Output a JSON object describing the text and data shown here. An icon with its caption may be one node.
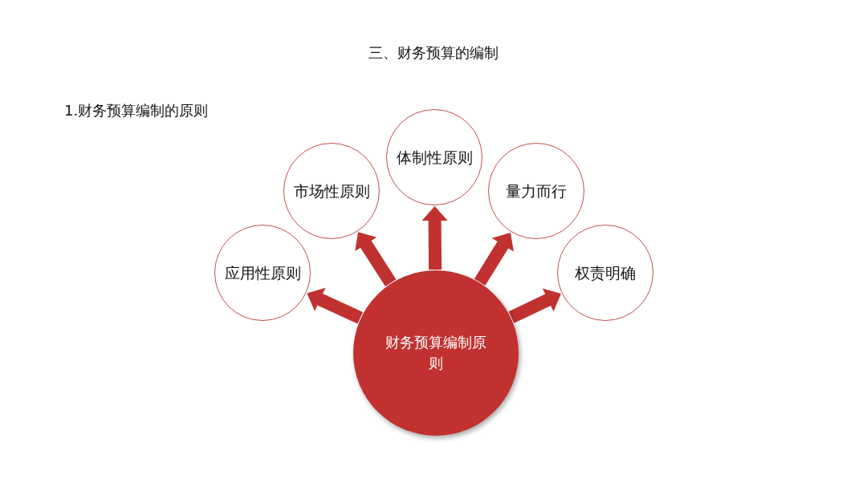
{
  "diagram": {
    "title": "三、财务预算的编制",
    "nodes": [
      {
        "text": [
          "应用性原则"
        ]
      },
      {
        "text": [
          "市场性原则"
        ]
      },
      {
        "text": [
          "体制性原则"
        ]
      },
      {
        "text": [
          "量力而行"
        ]
      },
      {
        "text": [
          "权责明确"
        ]
      },
      {
        "text": [
          "财务预算编制原则"
        ]
      }
    ],
    "edges": [
      {
        "from": 5,
        "to": 0,
        "arrow": "to"
      },
      {
        "from": 5,
        "to": 1,
        "arrow": "to"
      },
      {
        "from": 5,
        "to": 2,
        "arrow": "to"
      },
      {
        "from": 5,
        "to": 3,
        "arrow": "to"
      },
      {
        "from": 5,
        "to": 4,
        "arrow": "to"
      }
    ],
    "labels": [
      "1.财务预算编制的原则"
    ]
  }
}
